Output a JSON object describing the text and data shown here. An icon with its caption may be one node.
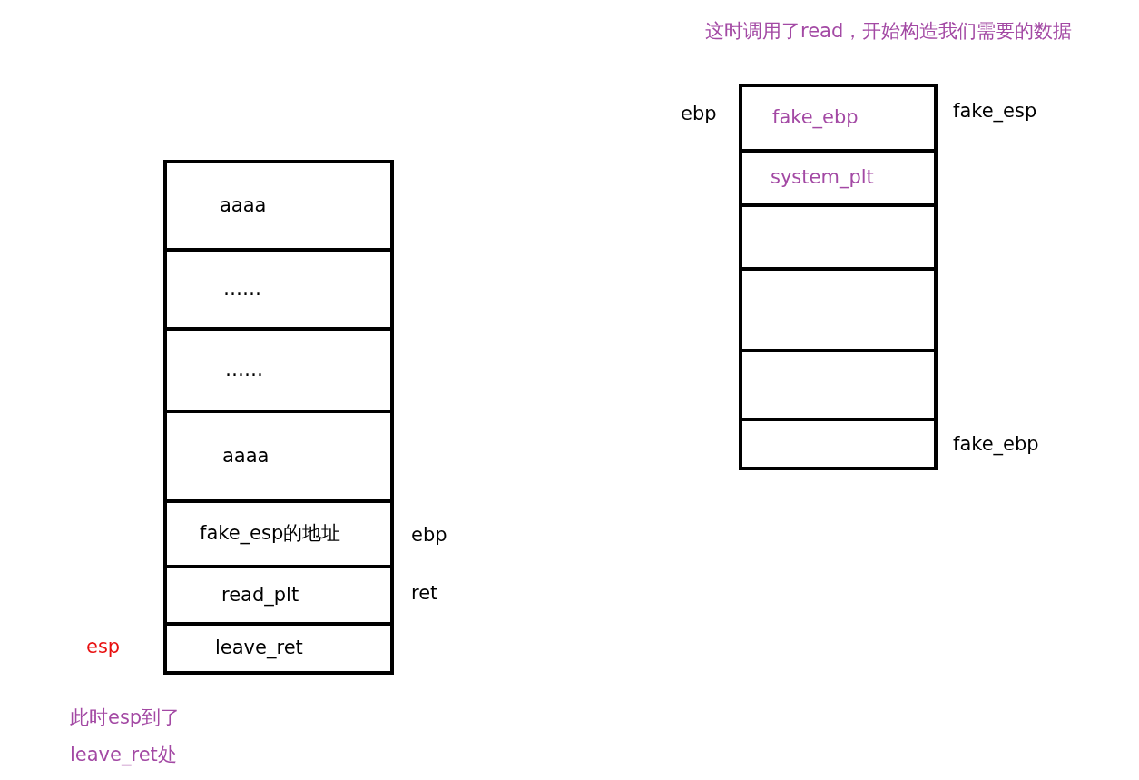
{
  "diagram": {
    "nodes": [
      {
        "text": [
          "aaaa"
        ]
      },
      {
        "text": [
          "……"
        ]
      },
      {
        "text": [
          "……"
        ]
      },
      {
        "text": [
          "aaaa"
        ]
      },
      {
        "text": [
          "fake_esp的地址"
        ],
        "beside": [
          "ebp"
        ]
      },
      {
        "text": [
          "read_plt"
        ],
        "beside": [
          "ret"
        ]
      },
      {
        "text": [
          "leave_ret"
        ],
        "beside": [
          "esp"
        ]
      },
      {
        "text": [
          "fake_ebp"
        ],
        "beside": [
          "ebp",
          "fake_esp"
        ]
      },
      {
        "text": [
          "system_plt"
        ]
      },
      {
        "text": [],
        "shape": "box"
      },
      {
        "text": [],
        "shape": "box"
      },
      {
        "text": [],
        "shape": "box"
      },
      {
        "text": [],
        "shape": "box",
        "beside": [
          "fake_ebp"
        ]
      }
    ],
    "labels": [
      "这时调用了read，开始构造我们需要的数据",
      "此时esp到了 leave_ret处"
    ]
  }
}
